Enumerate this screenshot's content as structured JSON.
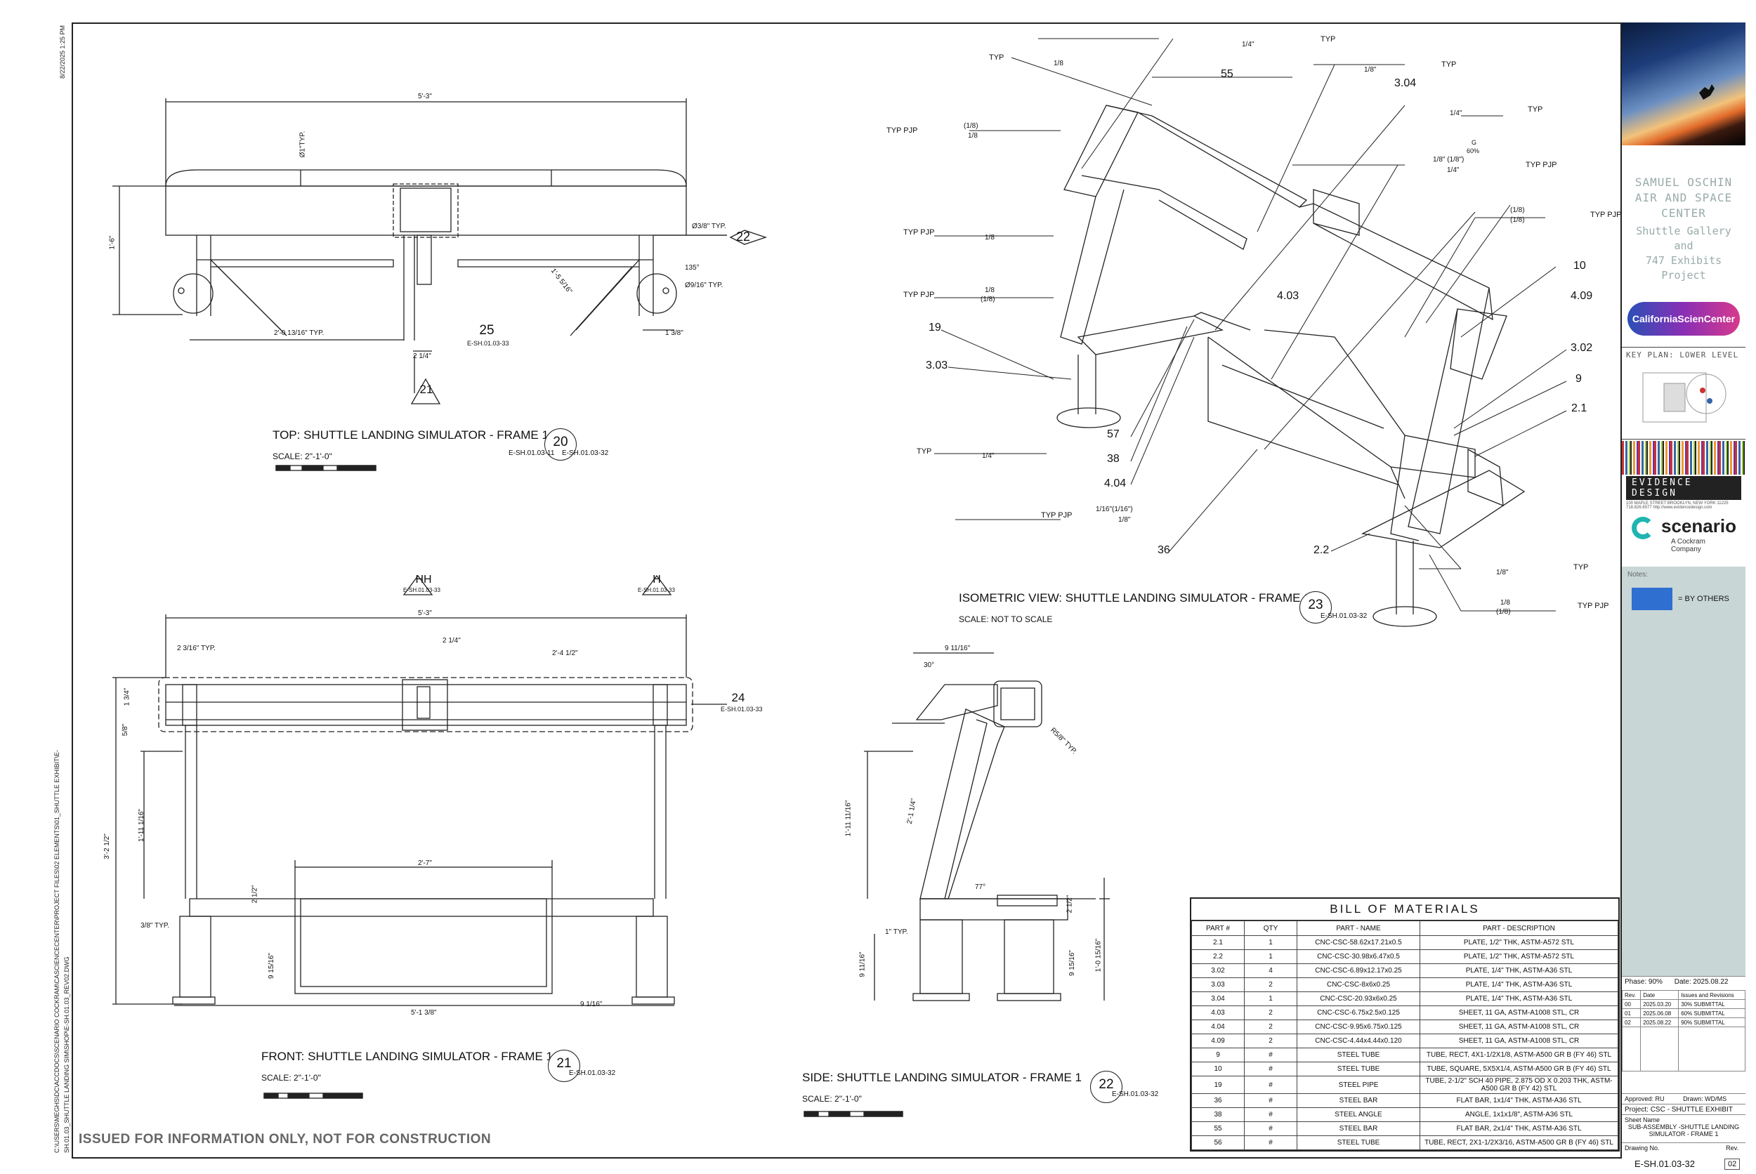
{
  "margin": {
    "timestamp": "8/22/2025 1:25 PM",
    "filepath": "C:\\USERS\\MEGHS\\DC\\ACCDOCS\\SCENARIO COCKRAM\\CASCIENCECENTER\\PROJECT FILES\\02 ELEMENTS\\01_SHUTTLE EXHIBIT\\E-SH.01.03_SHUTTLE LANDING SIM\\SHOP\\E-SH.01.03_REV02.DWG"
  },
  "views": {
    "top": {
      "title": "TOP: SHUTTLE LANDING SIMULATOR - FRAME 1",
      "scale": "SCALE:  2\"-1'-0\"",
      "num": "20",
      "ref1": "E-SH.01.03-11",
      "ref2": "E-SH.01.03-32"
    },
    "iso": {
      "title": "ISOMETRIC VIEW: SHUTTLE LANDING SIMULATOR - FRAME 1",
      "scale": "SCALE:   NOT TO SCALE",
      "num": "23",
      "ref": "E-SH.01.03-32"
    },
    "front": {
      "title": "FRONT: SHUTTLE LANDING SIMULATOR - FRAME 1",
      "scale": "SCALE:  2\"-1'-0\"",
      "num": "21",
      "ref": "E-SH.01.03-32"
    },
    "side": {
      "title": "SIDE: SHUTTLE LANDING SIMULATOR - FRAME 1",
      "scale": "SCALE:  2\"-1'-0\"",
      "num": "22",
      "ref": "E-SH.01.03-32"
    }
  },
  "callouts": {
    "top_25": "25",
    "top_25_ref": "E-SH.01.03-33",
    "top_22": "22",
    "top_21": "21",
    "front_hh": "HH",
    "front_hh_ref": "E-SH.01.03-33",
    "front_h": "H",
    "front_h_ref": "E-SH.01.03-33",
    "front_24": "24",
    "front_24_ref": "E-SH.01.03-33"
  },
  "top_dims": {
    "overall": "5'-3\"",
    "dim_a": "Ø1\"TYP.",
    "height": "1'-6\"",
    "d1": "2'-0 13/16\" TYP.",
    "d2": "2 1/4\"",
    "d3": "1'-5 5/16\"",
    "d4": "1 3/8\"",
    "d5": "Ø3/8\" TYP.",
    "d6": "135°",
    "d7": "Ø9/16\" TYP."
  },
  "front_dims": {
    "overall": "5'-3\"",
    "d1": "2 3/16\" TYP.",
    "d2": "2 1/4\"",
    "d3": "2'-4 1/2\"",
    "d4": "1 3/4\"",
    "d5": "5/8\"",
    "d6": "3'-2 1/2\"",
    "d7": "1'-11 1/16\"",
    "d8": "2'-7\"",
    "d9": "2 1/2\"",
    "d10": "3/8\" TYP.",
    "d11": "9 15/16\"",
    "d12": "5'-1 3/8\"",
    "d13": "9 1/16\""
  },
  "side_dims": {
    "d1": "9 11/16\"",
    "d2": "30°",
    "d3": "R5/8\" TYP.",
    "d4": "1'-11 11/16\"",
    "d5": "2'-1 1/4\"",
    "d6": "77°",
    "d7": "2 1/2\"",
    "d8": "1\" TYP.",
    "d9": "9 11/16\"",
    "d10": "9 15/16\"",
    "d11": "1'-0 15/16\""
  },
  "iso_labels": {
    "typ": "TYP",
    "typpjp": "TYP PJP",
    "w18": "1/8",
    "w14": "1/4\"",
    "w18q": "1/8\"",
    "w18p": "(1/8)",
    "w18_18": "1/8\" (1/8\")",
    "g": "G",
    "g60": "60%",
    "w116": "1/16\"(1/16\")",
    "p55": "55",
    "p304": "3.04",
    "p10": "10",
    "p409": "4.09",
    "p302": "3.02",
    "p9": "9",
    "p21": "2.1",
    "p403": "4.03",
    "p19": "19",
    "p303": "3.03",
    "p57": "57",
    "p38": "38",
    "p404": "4.04",
    "p36": "36",
    "p22": "2.2"
  },
  "bom": {
    "title": "BILL OF MATERIALS",
    "columns": [
      "PART #",
      "QTY",
      "PART - NAME",
      "PART - DESCRIPTION"
    ],
    "rows": [
      [
        "2.1",
        "1",
        "CNC-CSC-58.62x17.21x0.5",
        "PLATE, 1/2\" THK, ASTM-A572 STL"
      ],
      [
        "2.2",
        "1",
        "CNC-CSC-30.98x6.47x0.5",
        "PLATE, 1/2\" THK, ASTM-A572 STL"
      ],
      [
        "3.02",
        "4",
        "CNC-CSC-6.89x12.17x0.25",
        "PLATE, 1/4\" THK, ASTM-A36 STL"
      ],
      [
        "3.03",
        "2",
        "CNC-CSC-8x6x0.25",
        "PLATE, 1/4\" THK, ASTM-A36 STL"
      ],
      [
        "3.04",
        "1",
        "CNC-CSC-20.93x6x0.25",
        "PLATE, 1/4\" THK, ASTM-A36 STL"
      ],
      [
        "4.03",
        "2",
        "CNC-CSC-6.75x2.5x0.125",
        "SHEET, 11 GA, ASTM-A1008 STL, CR"
      ],
      [
        "4.04",
        "2",
        "CNC-CSC-9.95x6.75x0.125",
        "SHEET, 11 GA, ASTM-A1008 STL, CR"
      ],
      [
        "4.09",
        "2",
        "CNC-CSC-4.44x4.44x0.120",
        "SHEET, 11 GA, ASTM-A1008 STL, CR"
      ],
      [
        "9",
        "#",
        "STEEL TUBE",
        "TUBE, RECT, 4X1-1/2X1/8, ASTM-A500 GR B (FY 46) STL"
      ],
      [
        "10",
        "#",
        "STEEL TUBE",
        "TUBE, SQUARE, 5X5X1/4, ASTM-A500 GR B (FY 46) STL"
      ],
      [
        "19",
        "#",
        "STEEL PIPE",
        "TUBE, 2-1/2\" SCH 40 PIPE, 2.875 OD X 0.203 THK, ASTM-A500 GR B (FY 42) STL"
      ],
      [
        "36",
        "#",
        "STEEL BAR",
        "FLAT BAR, 1x1/4\" THK, ASTM-A36 STL"
      ],
      [
        "38",
        "#",
        "STEEL ANGLE",
        "ANGLE, 1x1x1/8\", ASTM-A36 STL"
      ],
      [
        "55",
        "#",
        "STEEL BAR",
        "FLAT BAR, 2x1/4\" THK, ASTM-A36 STL"
      ],
      [
        "56",
        "#",
        "STEEL TUBE",
        "TUBE, RECT, 2X1-1/2X3/16, ASTM-A500 GR B (FY 46) STL"
      ]
    ]
  },
  "title_block": {
    "museum_line1": "SAMUEL OSCHIN",
    "museum_line2": "AIR AND SPACE",
    "museum_line3": "CENTER",
    "project_line1": "Shuttle Gallery",
    "project_line2": "and",
    "project_line3": "747 Exhibits",
    "project_line4": "Project",
    "csc_logo": "CaliforniaScienCenter",
    "key_plan": "KEY PLAN: LOWER LEVEL",
    "ed_name": "EVIDENCE DESIGN",
    "ed_address": "100 MAPLE STREET   BROOKLYN, NEW YORK 11225",
    "ed_phone": "718.826.6577   http://www.evidencedesign.com",
    "scenario": "scenario",
    "scenario_sub": "A Cockram Company",
    "notes_label": "Notes:",
    "legend": "= BY OTHERS",
    "legend_color": "#2e6fd0",
    "phase_label": "Phase:",
    "phase": "90%",
    "date_label": "Date:",
    "date": "2025.08.22",
    "rev_headers": [
      "Rev.",
      "Date",
      "Issues and Revisions"
    ],
    "revisions": [
      [
        "00",
        "2025.03.20",
        "30% SUBMITTAL"
      ],
      [
        "01",
        "2025.06.08",
        "60% SUBMITTAL"
      ],
      [
        "02",
        "2025.08.22",
        "90% SUBMITTAL"
      ]
    ],
    "approved_label": "Approved:",
    "approved": "RU",
    "drawn_label": "Drawn:",
    "drawn": "WD/MS",
    "project_label": "Project:",
    "project": "CSC - SHUTTLE EXHIBIT",
    "sheet_label": "Sheet Name",
    "sheet_name": "SUB-ASSEMBLY -SHUTTLE LANDING SIMULATOR - FRAME 1",
    "drawing_label": "Drawing No.",
    "drawing": "E-SH.01.03-32",
    "rev_label": "Rev.",
    "rev": "02"
  },
  "stamp": "ISSUED FOR INFORMATION ONLY, NOT FOR CONSTRUCTION"
}
